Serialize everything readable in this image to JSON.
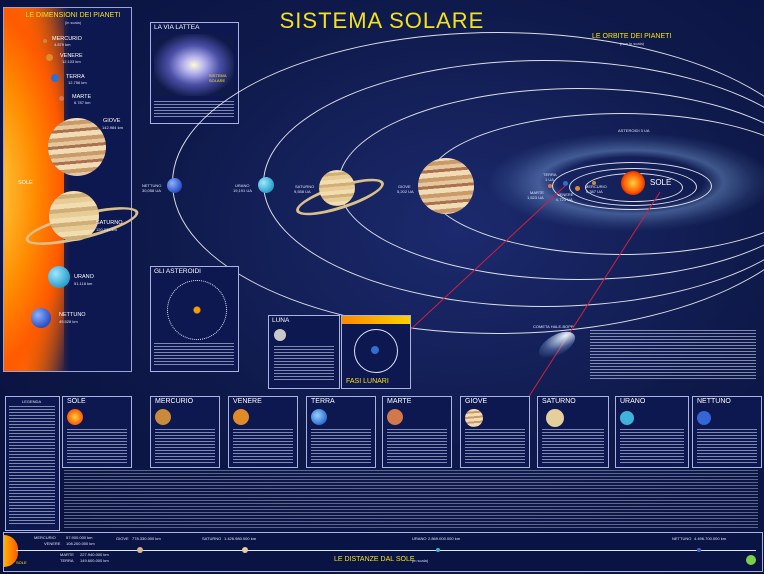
{
  "title": "SISTEMA SOLARE",
  "sizes_panel": {
    "title": "LE DIMENSIONI DEI PIANETI",
    "subtitle": "(in scala)",
    "sun_label": "SOLE",
    "planets": [
      {
        "name": "MERCURIO",
        "value": "4.879 km"
      },
      {
        "name": "VENERE",
        "value": "12.103 km"
      },
      {
        "name": "TERRA",
        "value": "12.756 km"
      },
      {
        "name": "MARTE",
        "value": "6.787 km"
      },
      {
        "name": "GIOVE",
        "value": "142.984 km"
      },
      {
        "name": "SATURNO",
        "value": "120.536 km"
      },
      {
        "name": "URANO",
        "value": "51.118 km"
      },
      {
        "name": "NETTUNO",
        "value": "49.528 km"
      }
    ]
  },
  "milky_way": {
    "title": "LA VIA LATTEA",
    "label": "SISTEMA SOLARE"
  },
  "orbits": {
    "title": "LE ORBITE DEI PIANETI",
    "subtitle": "(non in scala)",
    "asteroids_label": "ASTEROIDI 3 UA",
    "sun": "SOLE",
    "planets": [
      {
        "name": "NETTUNO",
        "ua": "30,058 UA"
      },
      {
        "name": "URANO",
        "ua": "19,191 UA"
      },
      {
        "name": "SATURNO",
        "ua": "9,558 UA"
      },
      {
        "name": "GIOVE",
        "ua": "5,202 UA"
      },
      {
        "name": "MARTE",
        "ua": "1,523 UA"
      },
      {
        "name": "TERRA",
        "ua": "1 UA"
      },
      {
        "name": "VENERE",
        "ua": "0,723 UA"
      },
      {
        "name": "MERCURIO",
        "ua": "0,387 UA"
      }
    ],
    "comet": "COMETA HALE-BOPP"
  },
  "asteroids_box": {
    "title": "GLI ASTEROIDI"
  },
  "moon_box": {
    "title": "LUNA"
  },
  "phases_box": {
    "title": "FASI LUNARI"
  },
  "legend": {
    "title": "LEGENDA"
  },
  "cards": [
    {
      "name": "SOLE",
      "color": "#ff5a00"
    },
    {
      "name": "MERCURIO",
      "color": "#c98a3c"
    },
    {
      "name": "VENERE",
      "color": "#e08a2a"
    },
    {
      "name": "TERRA",
      "color": "#2e6fd1"
    },
    {
      "name": "MARTE",
      "color": "#d2784a"
    },
    {
      "name": "GIOVE",
      "color": "#d9b58a"
    },
    {
      "name": "SATURNO",
      "color": "#e6cf9c"
    },
    {
      "name": "URANO",
      "color": "#3fb3d9"
    },
    {
      "name": "NETTUNO",
      "color": "#3466d6"
    }
  ],
  "distances": {
    "title": "LE DISTANZE DAL SOLE",
    "subtitle": "(in scala)",
    "sun": "SOLE",
    "entries": [
      {
        "name": "MERCURIO",
        "value": "57.900.000 km"
      },
      {
        "name": "VENERE",
        "value": "108.200.000 km"
      },
      {
        "name": "MARTE",
        "value": "227.940.000 km"
      },
      {
        "name": "TERRA",
        "value": "149.600.000 km"
      },
      {
        "name": "GIOVE",
        "value": "778.330.000 km"
      },
      {
        "name": "SATURNO",
        "value": "1.426.980.000 km"
      },
      {
        "name": "URANO",
        "value": "2.869.000.000 km"
      },
      {
        "name": "NETTUNO",
        "value": "4.496.700.000 km"
      }
    ]
  }
}
